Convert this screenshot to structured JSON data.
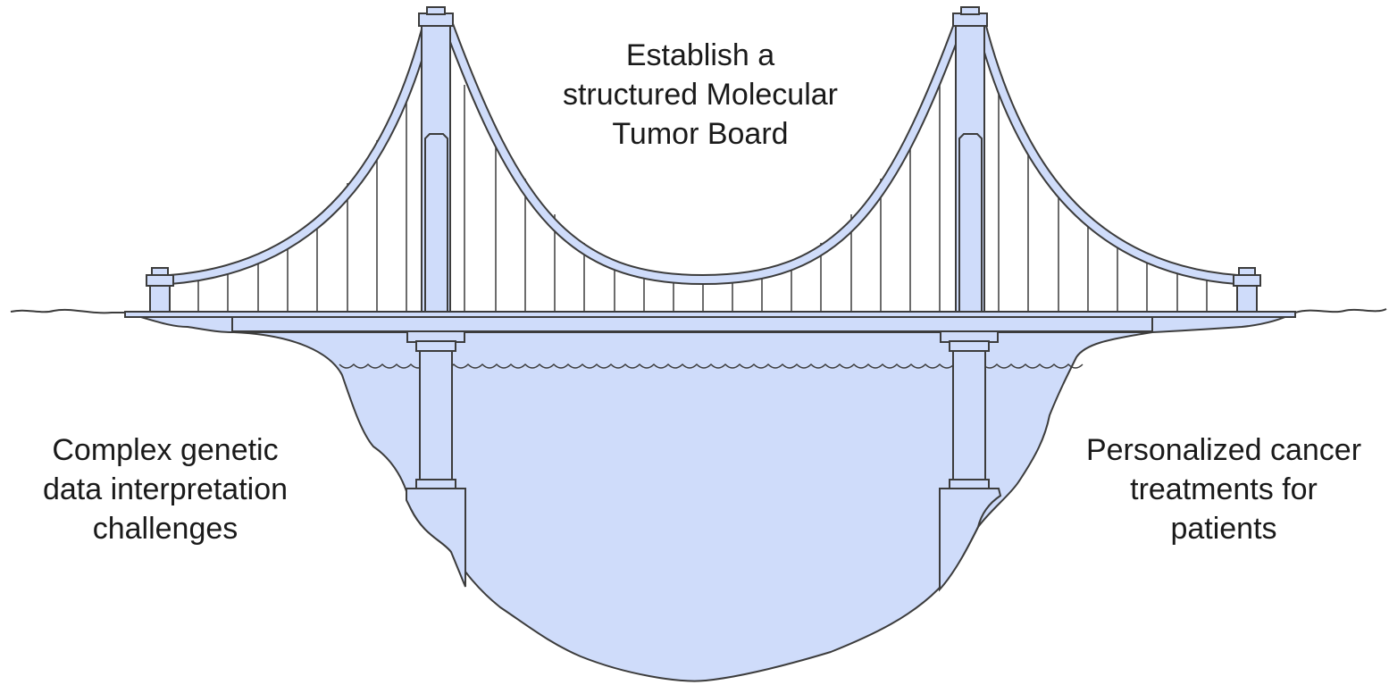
{
  "labels": {
    "top": {
      "lines": [
        "Establish a",
        "structured Molecular",
        "Tumor Board"
      ]
    },
    "left": {
      "lines": [
        "Complex genetic",
        "data interpretation",
        "challenges"
      ]
    },
    "right": {
      "lines": [
        "Personalized cancer",
        "treatments for",
        "patients"
      ]
    }
  },
  "colors": {
    "fill": "#cfdcfa",
    "stroke": "#3c3c3c",
    "background": "#ffffff",
    "text": "#1a1a1a"
  }
}
